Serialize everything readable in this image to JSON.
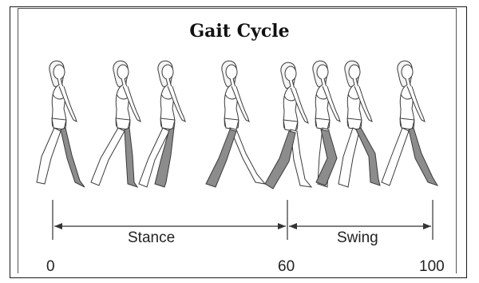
{
  "diagram": {
    "title": "Gait Cycle",
    "phases": [
      {
        "label": "Stance"
      },
      {
        "label": "Swing"
      }
    ],
    "ticks": [
      {
        "label": "0"
      },
      {
        "label": "60"
      },
      {
        "label": "100"
      }
    ]
  },
  "colors": {
    "frame": "#1a1a1a",
    "figure_outline": "#3a3a3a",
    "shaded_leg": "#8c8c8c",
    "arrow": "#333333"
  }
}
